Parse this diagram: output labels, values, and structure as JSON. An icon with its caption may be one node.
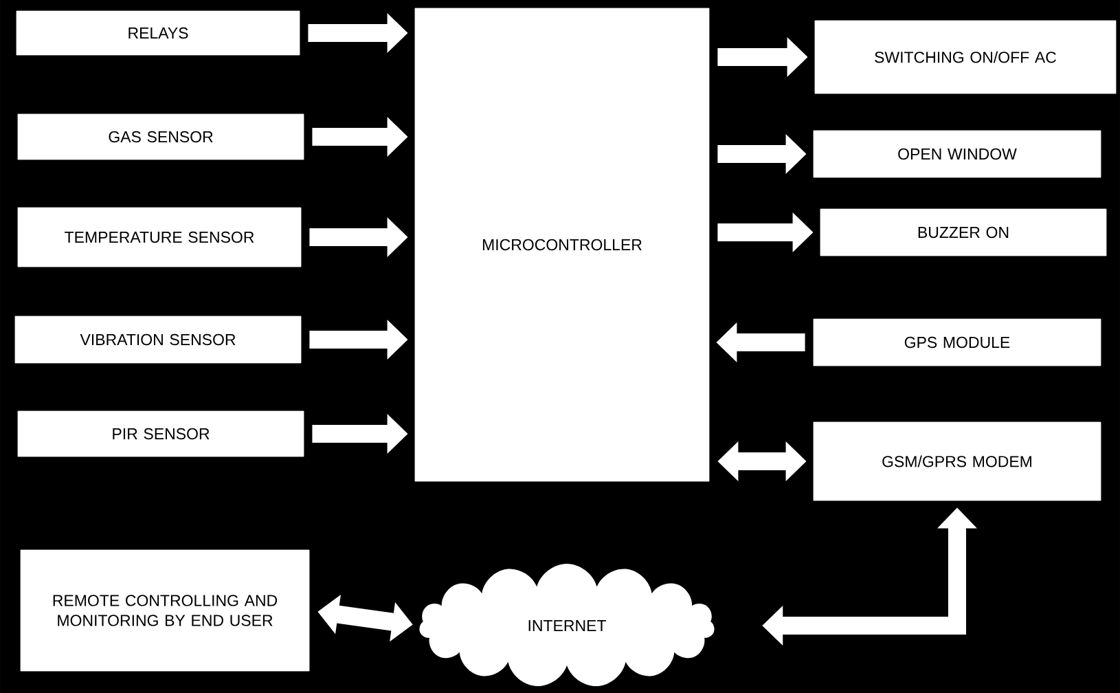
{
  "diagram": {
    "nodes": [
      {
        "text": [
          "RELAYS"
        ]
      },
      {
        "text": [
          "GAS SENSOR"
        ]
      },
      {
        "text": [
          "TEMPERATURE SENSOR"
        ]
      },
      {
        "text": [
          "VIBRATION SENSOR"
        ]
      },
      {
        "text": [
          "PIR SENSOR"
        ]
      },
      {
        "text": [
          "MICROCONTROLLER"
        ]
      },
      {
        "text": [
          "SWITCHING ON/OFF AC"
        ]
      },
      {
        "text": [
          "OPEN WINDOW"
        ]
      },
      {
        "text": [
          "BUZZER ON"
        ]
      },
      {
        "text": [
          "GPS MODULE"
        ]
      },
      {
        "text": [
          "GSM/GPRS MODEM"
        ]
      },
      {
        "text": [
          "REMOTE CONTROLLING AND MONITORING BY END USER"
        ]
      },
      {
        "text": [
          "INTERNET"
        ]
      }
    ],
    "edges": [
      {
        "from": 0,
        "to": 5,
        "arrow": "to"
      },
      {
        "from": 1,
        "to": 5,
        "arrow": "to"
      },
      {
        "from": 2,
        "to": 5,
        "arrow": "to"
      },
      {
        "from": 3,
        "to": 5,
        "arrow": "to"
      },
      {
        "from": 4,
        "to": 5,
        "arrow": "to"
      },
      {
        "from": 5,
        "to": 6,
        "arrow": "to"
      },
      {
        "from": 5,
        "to": 7,
        "arrow": "to"
      },
      {
        "from": 5,
        "to": 8,
        "arrow": "to"
      },
      {
        "from": 9,
        "to": 5,
        "arrow": "to"
      },
      {
        "from": 5,
        "to": 10,
        "arrow": "both"
      },
      {
        "from": 11,
        "to": 12,
        "arrow": "both"
      },
      {
        "from": 12,
        "to": 10,
        "arrow": "both"
      }
    ]
  }
}
